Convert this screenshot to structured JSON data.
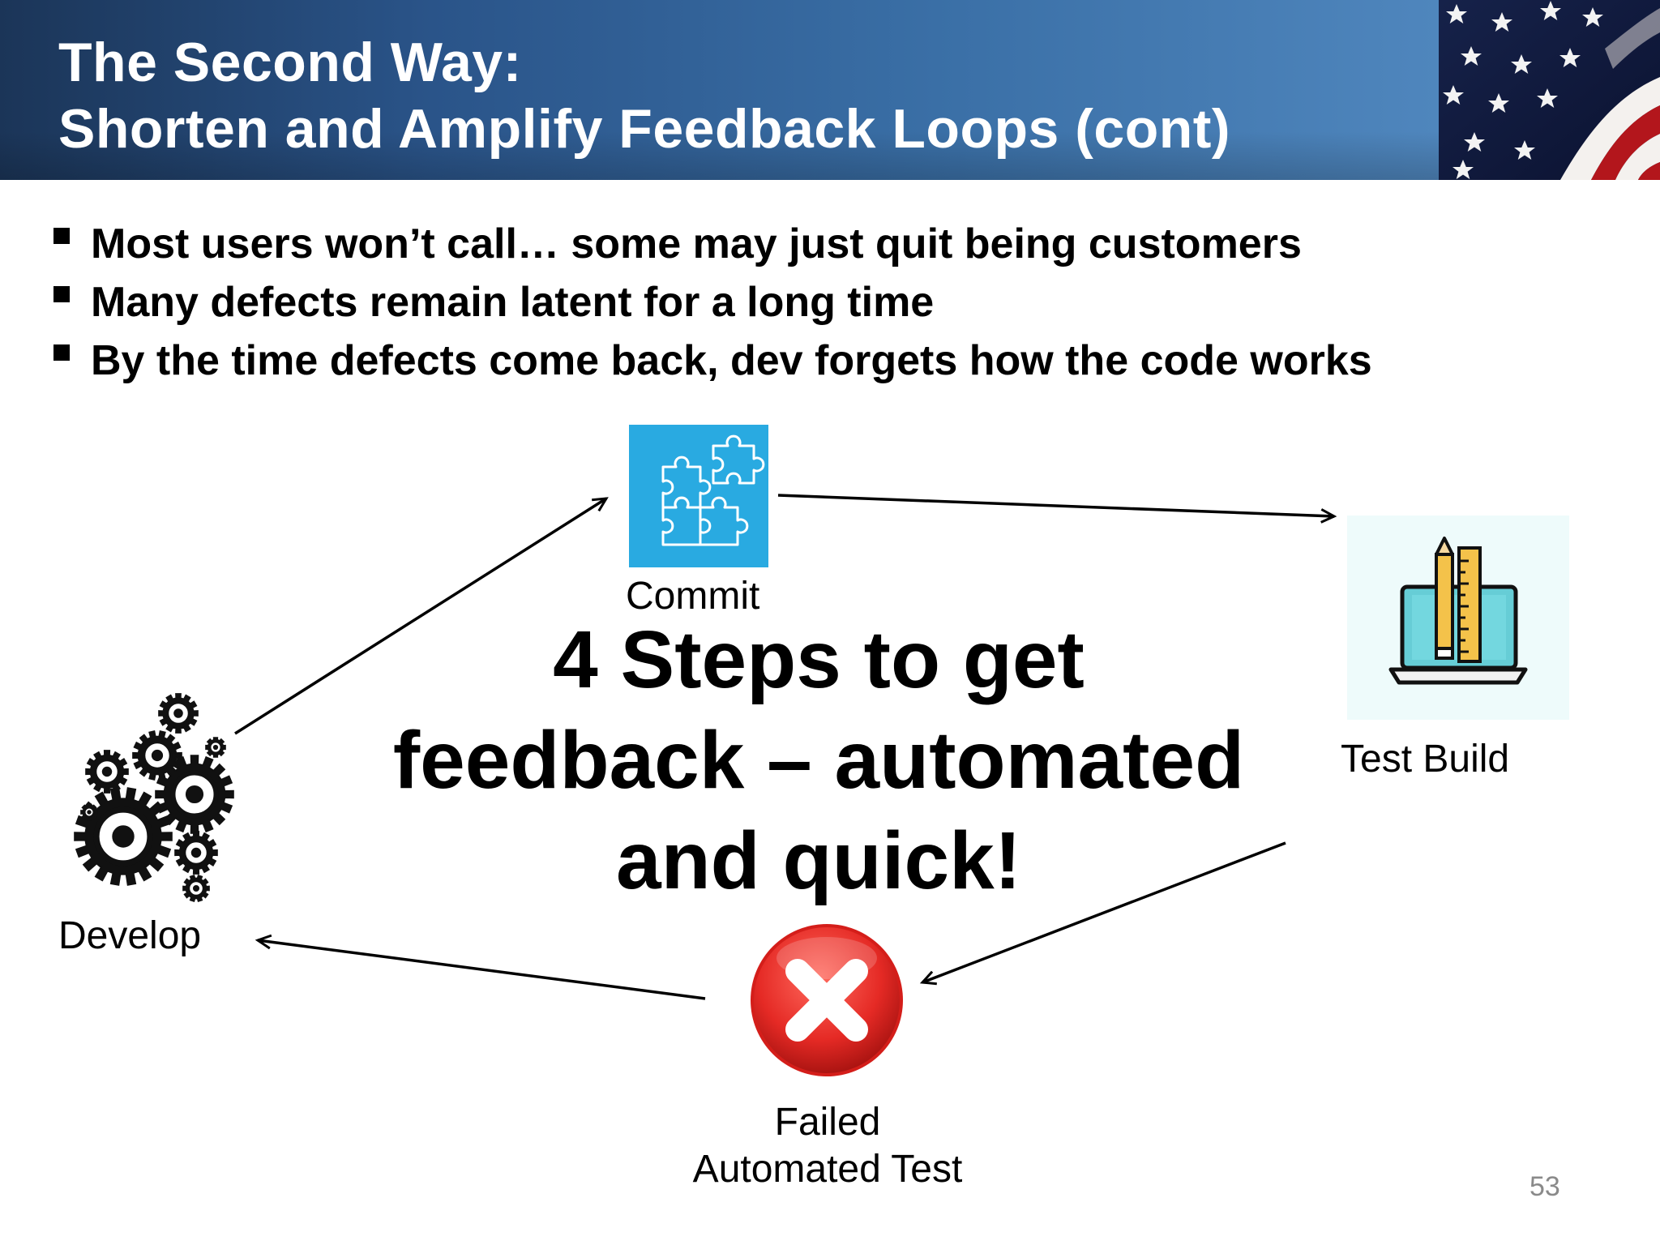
{
  "slide": {
    "title_line1": "The Second Way:",
    "title_line2": "Shorten and Amplify Feedback Loops (cont)",
    "bullets": [
      "Most users won’t call… some may just quit being customers",
      "Many defects remain latent for a long time",
      "By the time defects come back, dev forgets how the code works"
    ],
    "center_text": {
      "line1": "4 Steps to get",
      "line2": "feedback – automated",
      "line3": "and quick!"
    },
    "page_number": "53"
  },
  "diagram": {
    "nodes": {
      "commit": {
        "label": "Commit",
        "icon": "puzzle-icon"
      },
      "test_build": {
        "label": "Test Build",
        "icon": "laptop-tools-icon"
      },
      "failed_test": {
        "label_line1": "Failed",
        "label_line2": "Automated Test",
        "icon": "red-x-icon"
      },
      "develop": {
        "label": "Develop",
        "icon": "gears-icon"
      }
    },
    "edges": [
      {
        "from": "develop",
        "to": "commit"
      },
      {
        "from": "commit",
        "to": "test_build"
      },
      {
        "from": "test_build",
        "to": "failed_test"
      },
      {
        "from": "failed_test",
        "to": "develop"
      }
    ]
  },
  "colors": {
    "header": "#2a5489",
    "commit_tile": "#29aae1",
    "failed_red": "#e52a25"
  }
}
